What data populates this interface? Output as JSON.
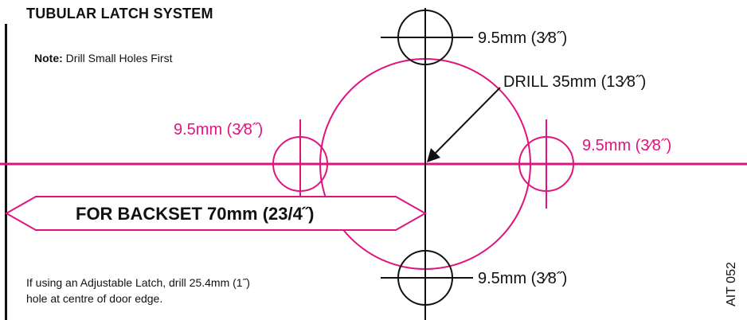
{
  "header": {
    "title": "TUBULAR LATCH SYSTEM"
  },
  "note": {
    "prefix": "Note:",
    "text": "Drill Small Holes First"
  },
  "labels": {
    "top_hole": "9.5mm (3⁄8˝)",
    "drill": "DRILL 35mm (13⁄8˝)",
    "left_hole": "9.5mm (3⁄8˝)",
    "right_hole": "9.5mm (3⁄8˝)",
    "bottom_hole": "9.5mm (3⁄8˝)",
    "backset": "FOR BACKSET 70mm (23/4˝)"
  },
  "footnote": {
    "line1": "If using an Adjustable Latch, drill 25.4mm (1˝)",
    "line2": "hole at centre of door edge."
  },
  "side_code": "AIT 052",
  "colors": {
    "accent": "#e0147f",
    "ink": "#111111"
  }
}
